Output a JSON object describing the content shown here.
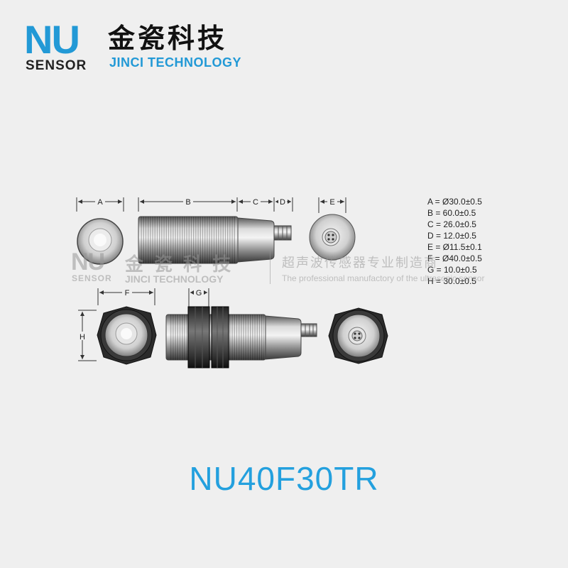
{
  "logo": {
    "brand": "NU",
    "sub": "SENSOR",
    "cn": "金瓷科技",
    "en": "JINCI TECHNOLOGY"
  },
  "watermark": {
    "brand": "NU",
    "sub": "SENSOR",
    "cn": "金 瓷 科 技",
    "en": "JINCI TECHNOLOGY",
    "tag_cn": "超声波传感器专业制造商",
    "tag_en": "The professional manufactory of the ultrasonic sensor"
  },
  "dim_letters": {
    "a": "A",
    "b": "B",
    "c": "C",
    "d": "D",
    "e": "E",
    "f": "F",
    "g": "G",
    "h": "H"
  },
  "spec": [
    "A = Ø30.0±0.5",
    "B = 60.0±0.5",
    "C = 26.0±0.5",
    "D = 12.0±0.5",
    "E = Ø11.5±0.1",
    "F = Ø40.0±0.5",
    "G = 10.0±0.5",
    "H = 30.0±0.5"
  ],
  "model": "NU40F30TR",
  "colors": {
    "brand_blue": "#2299d6",
    "model_blue": "#23a0de",
    "background": "#efefef"
  }
}
